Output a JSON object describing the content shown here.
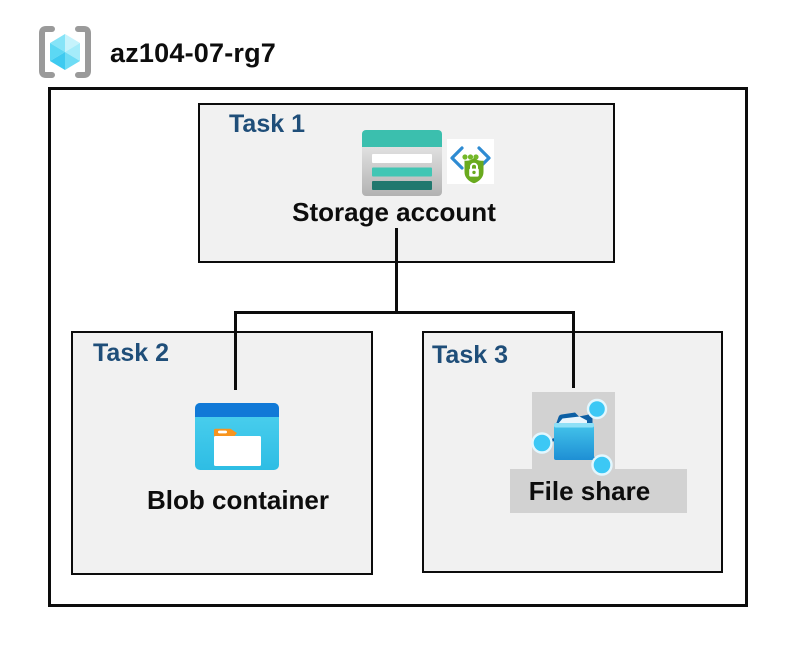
{
  "resource_group": {
    "name": "az104-07-rg7"
  },
  "tasks": [
    {
      "label": "Task 1",
      "resource": "Storage account",
      "icons": [
        "storage-account-icon",
        "sas-security-icon"
      ]
    },
    {
      "label": "Task 2",
      "resource": "Blob container",
      "icons": [
        "blob-container-icon"
      ]
    },
    {
      "label": "Task 3",
      "resource": "File share",
      "icons": [
        "file-share-icon"
      ]
    }
  ],
  "header_icon": "resource-group-icon",
  "colors": {
    "line_black": "#0c0c0c",
    "box_fill": "#f1f1f1",
    "task_label_navy": "#1f4e79",
    "storage_teal": "#3bbfae",
    "storage_teal_mid": "#41c6b4",
    "storage_teal_dark": "#20786e",
    "blob_bar_blue": "#1179d7",
    "blob_body_cyan": "#3cc6ea",
    "tab_orange": "#f7941e",
    "share_folder_blue": "#1e93d6",
    "share_folder_dark": "#0c5fa4",
    "node_cyan": "#3cc8f5",
    "shield_green": "#69aa1e",
    "bracket_blue": "#2e8bd2",
    "dot_green": "#74b829",
    "gray_label_bg": "#d2d2d2",
    "bracket_gray": "#9a9a9a"
  }
}
